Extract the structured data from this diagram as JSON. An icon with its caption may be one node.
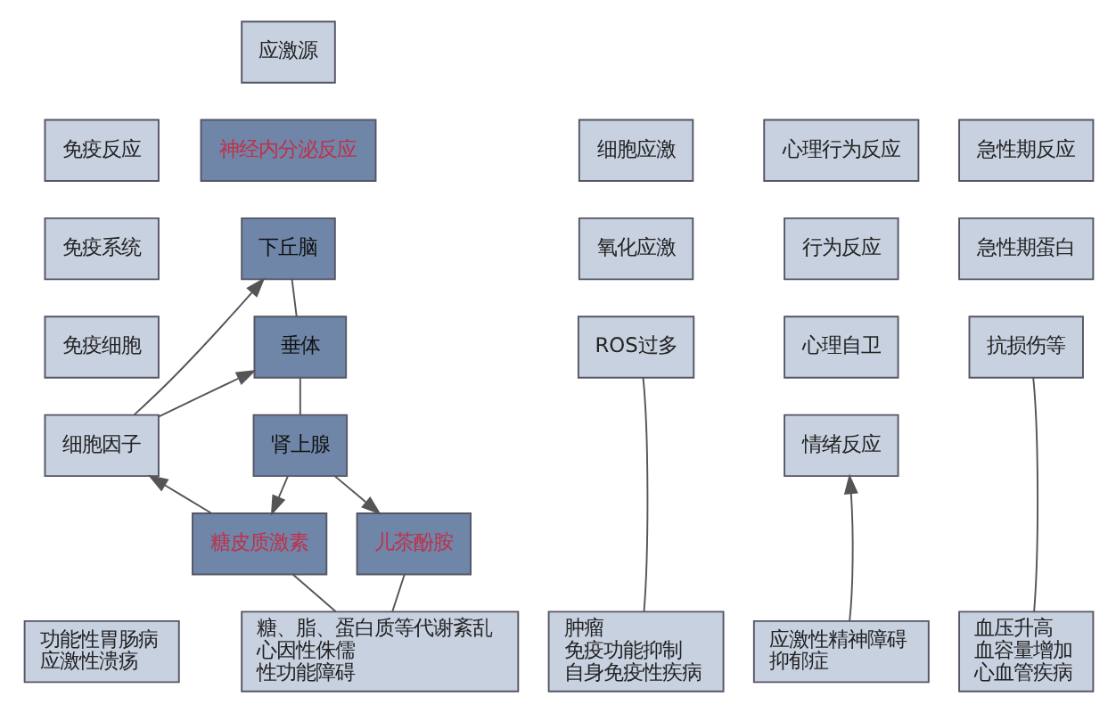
{
  "diagram": {
    "nodes": [
      {
        "text": [
          "应激源"
        ]
      },
      {
        "text": [
          "急性期反应"
        ]
      },
      {
        "text": [
          "免疫反应"
        ]
      },
      {
        "text": [
          "神经内分泌反应"
        ]
      },
      {
        "text": [
          "细胞应激"
        ]
      },
      {
        "text": [
          "心理行为反应"
        ]
      },
      {
        "text": [
          "急性期蛋白"
        ]
      },
      {
        "text": [
          "抗损伤等"
        ]
      },
      {
        "text": [
          "免疫系统"
        ]
      },
      {
        "text": [
          "免疫细胞"
        ]
      },
      {
        "text": [
          "细胞因子"
        ]
      },
      {
        "text": [
          "下丘脑"
        ]
      },
      {
        "text": [
          "垂体"
        ]
      },
      {
        "text": [
          "肾上腺"
        ]
      },
      {
        "text": [
          "糖皮质激素"
        ]
      },
      {
        "text": [
          "儿茶酚胺"
        ]
      },
      {
        "text": [
          "氧化应激"
        ]
      },
      {
        "text": [
          "ROS过多"
        ]
      },
      {
        "text": [
          "行为反应"
        ]
      },
      {
        "text": [
          "心理自卫"
        ]
      },
      {
        "text": [
          "情绪反应"
        ]
      },
      {
        "text": [
          "血压升高",
          "血容量增加",
          "心血管疾病"
        ]
      },
      {
        "text": [
          "功能性胃肠病",
          "应激性溃疡"
        ]
      },
      {
        "text": [
          "糖、脂、蛋白质等代谢紊乱",
          "心因性侏儒",
          "性功能障碍"
        ]
      },
      {
        "text": [
          "肿瘤",
          "免疫功能抑制",
          "自身免疫性疾病"
        ]
      },
      {
        "text": [
          "应激性精神障碍",
          "抑郁症"
        ]
      }
    ],
    "edges": [
      {
        "from": 10,
        "to": 11,
        "arrow": "to"
      },
      {
        "from": 10,
        "to": 12,
        "arrow": "to"
      },
      {
        "from": 11,
        "to": 12,
        "arrow": "none"
      },
      {
        "from": 12,
        "to": 13,
        "arrow": "none"
      },
      {
        "from": 13,
        "to": 14,
        "arrow": "to"
      },
      {
        "from": 13,
        "to": 15,
        "arrow": "to"
      },
      {
        "from": 14,
        "to": 10,
        "arrow": "to"
      },
      {
        "from": 7,
        "to": 21,
        "arrow": "none"
      },
      {
        "from": 14,
        "to": 23,
        "arrow": "none"
      },
      {
        "from": 15,
        "to": 23,
        "arrow": "none"
      },
      {
        "from": 17,
        "to": 24,
        "arrow": "none"
      },
      {
        "from": 25,
        "to": 20,
        "arrow": "to"
      }
    ]
  }
}
